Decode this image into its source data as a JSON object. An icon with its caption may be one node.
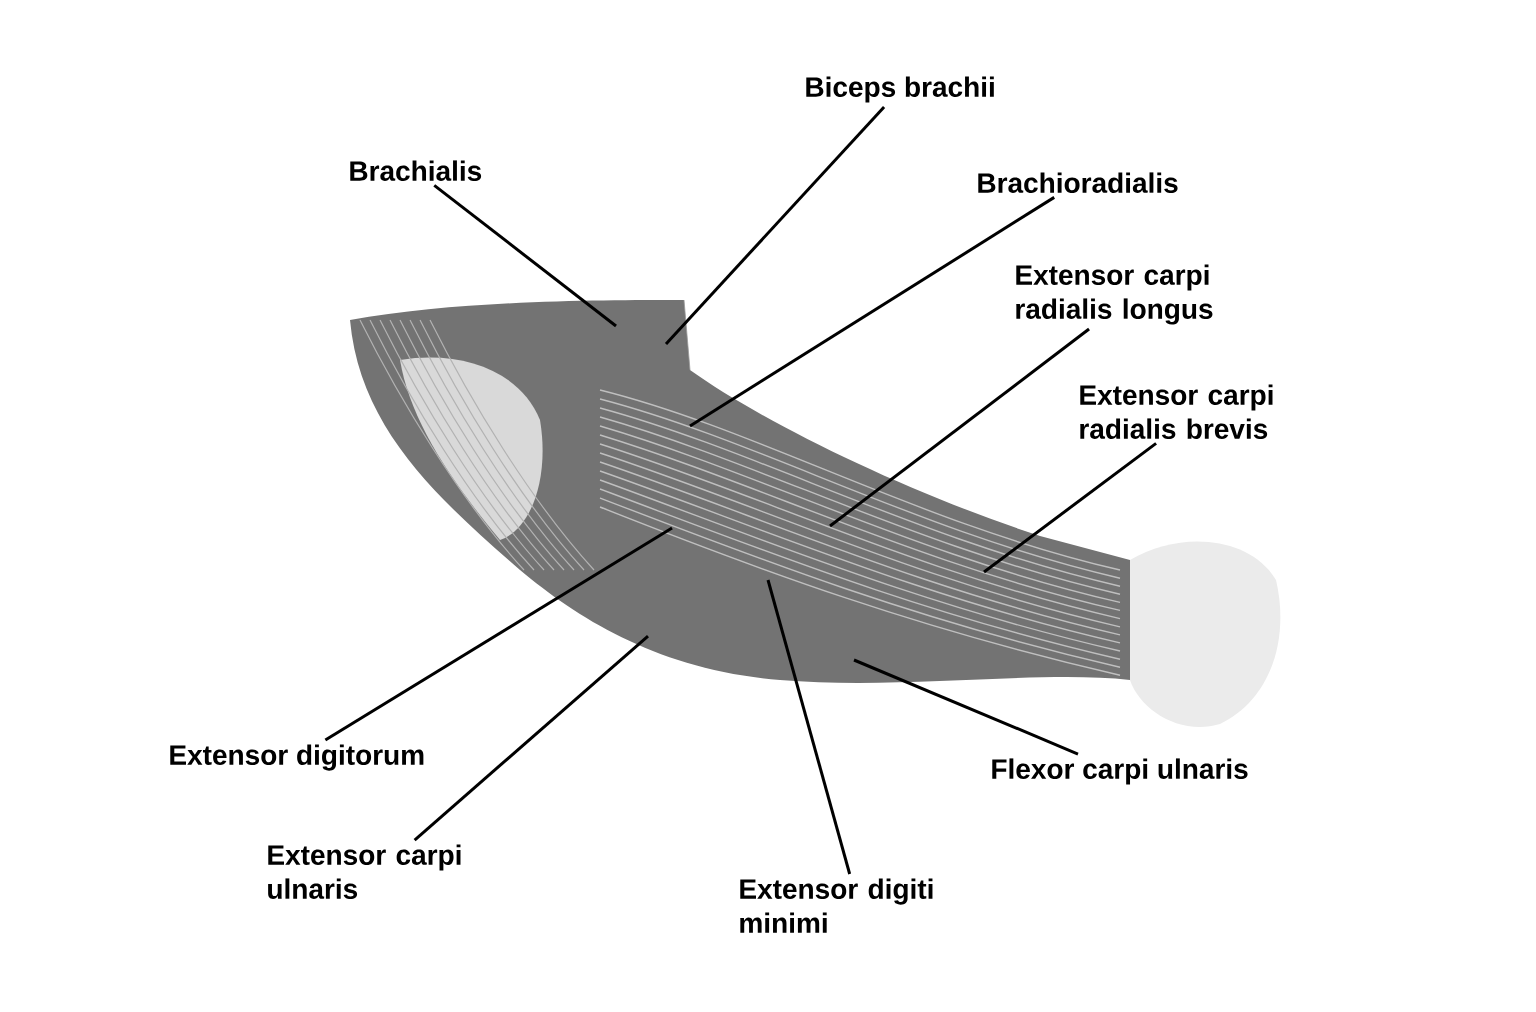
{
  "diagram": {
    "nodes": [
      {
        "text": [
          "Brachialis"
        ]
      },
      {
        "text": [
          "Biceps brachii"
        ]
      },
      {
        "text": [
          "Brachioradialis"
        ]
      },
      {
        "text": [
          "Extensor carpi radialis longus"
        ]
      },
      {
        "text": [
          "Extensor carpi radialis brevis"
        ]
      },
      {
        "text": [
          "Extensor digitorum"
        ]
      },
      {
        "text": [
          "Extensor carpi ulnaris"
        ]
      },
      {
        "text": [
          "Extensor digiti minimi"
        ]
      },
      {
        "text": [
          "Flexor carpi ulnaris"
        ]
      }
    ],
    "edges": [
      {
        "from": 0,
        "to": null,
        "arrow": "none"
      },
      {
        "from": 1,
        "to": null,
        "arrow": "none"
      },
      {
        "from": 2,
        "to": null,
        "arrow": "none"
      },
      {
        "from": 3,
        "to": null,
        "arrow": "none"
      },
      {
        "from": 4,
        "to": null,
        "arrow": "none"
      },
      {
        "from": 5,
        "to": null,
        "arrow": "none"
      },
      {
        "from": 6,
        "to": null,
        "arrow": "none"
      },
      {
        "from": 7,
        "to": null,
        "arrow": "none"
      },
      {
        "from": 8,
        "to": null,
        "arrow": "none"
      }
    ]
  }
}
